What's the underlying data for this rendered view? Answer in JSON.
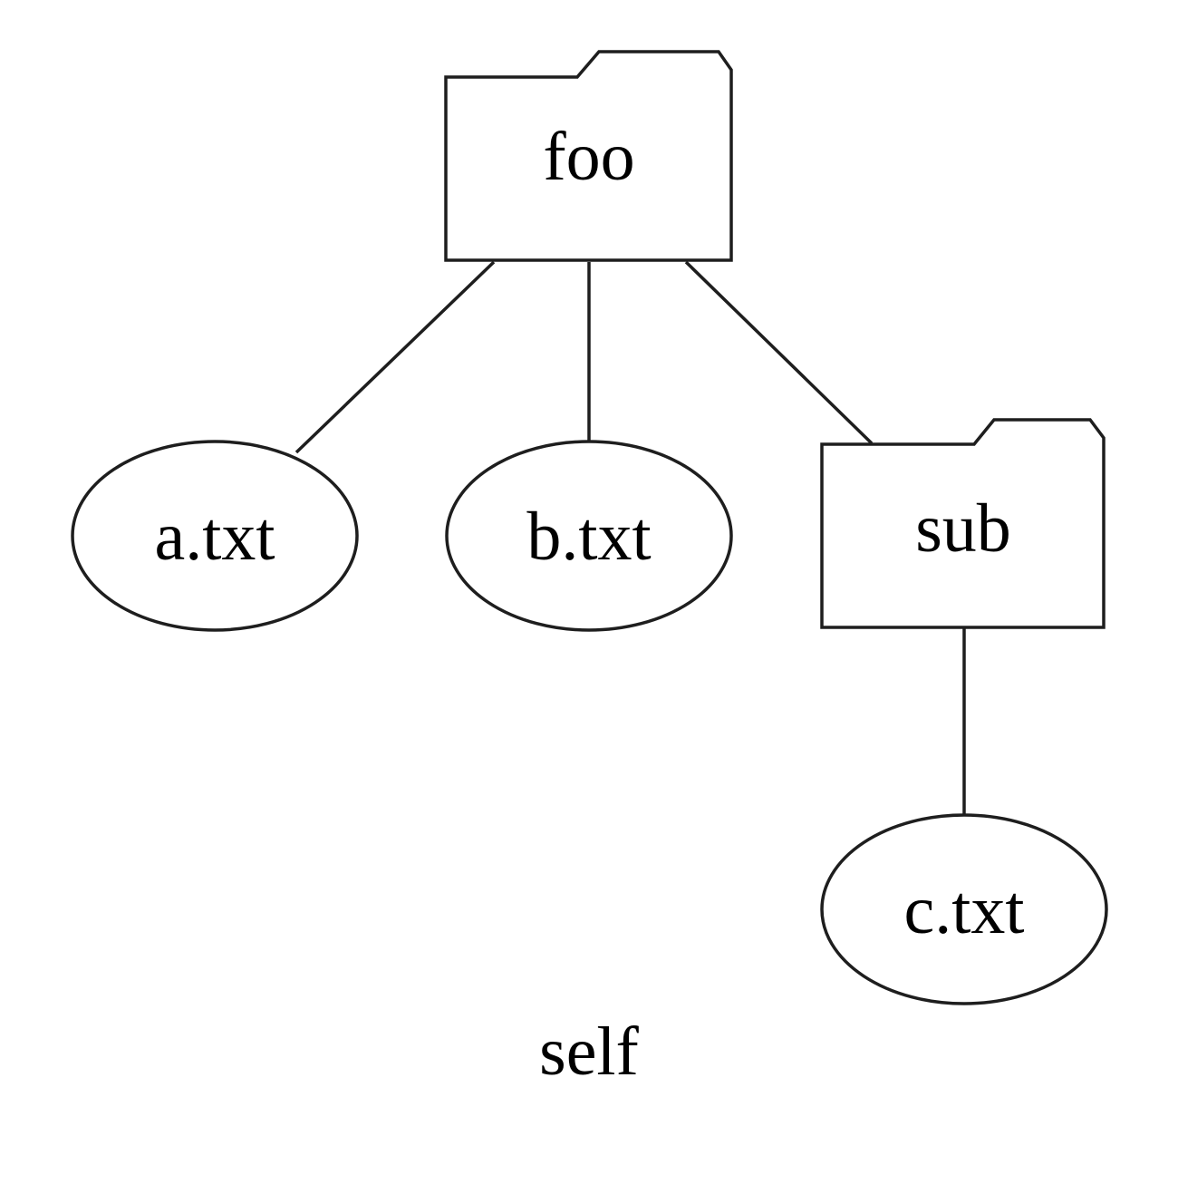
{
  "diagram": {
    "type": "tree",
    "caption": "self",
    "colors": {
      "folder_highlight_fill": "#f7b3c3",
      "default_fill": "#ffffff",
      "stroke": "#1e1e1e",
      "text": "#000000"
    },
    "nodes": [
      {
        "id": "foo",
        "label": "foo",
        "shape": "folder",
        "fill": "#f7b3c3"
      },
      {
        "id": "a.txt",
        "label": "a.txt",
        "shape": "ellipse",
        "fill": "#ffffff"
      },
      {
        "id": "b.txt",
        "label": "b.txt",
        "shape": "ellipse",
        "fill": "#ffffff"
      },
      {
        "id": "sub",
        "label": "sub",
        "shape": "folder",
        "fill": "#ffffff"
      },
      {
        "id": "c.txt",
        "label": "c.txt",
        "shape": "ellipse",
        "fill": "#ffffff"
      }
    ],
    "edges": [
      {
        "from": "foo",
        "to": "a.txt"
      },
      {
        "from": "foo",
        "to": "b.txt"
      },
      {
        "from": "foo",
        "to": "sub"
      },
      {
        "from": "sub",
        "to": "c.txt"
      }
    ]
  }
}
